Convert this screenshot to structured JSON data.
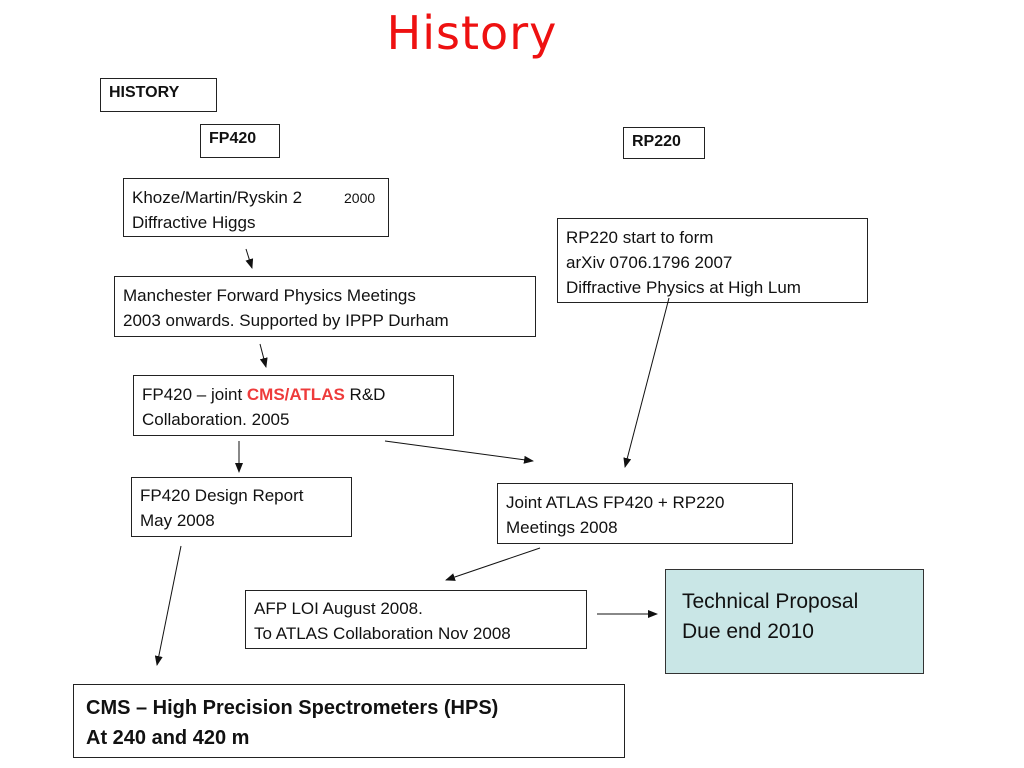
{
  "slide": {
    "title": "History"
  },
  "labels": {
    "history": "HISTORY",
    "fp420": "FP420",
    "rp220": "RP220"
  },
  "boxes": {
    "khoze": {
      "line1": "Khoze/Martin/Ryskin 2",
      "line2": "Diffractive Higgs",
      "year": "2000"
    },
    "manchester": {
      "line1": "Manchester Forward Physics Meetings",
      "line2": "2003 onwards. Supported by IPPP Durham"
    },
    "joint": {
      "line1_a": "FP420 – joint ",
      "line1_highlight": "CMS/ATLAS",
      "line1_b": " R&D",
      "line2": "Collaboration. 2005"
    },
    "design": {
      "line1": "FP420 Design Report",
      "line2": "May 2008"
    },
    "rp220start": {
      "line1": "RP220 start to form",
      "line2": "arXiv 0706.1796  2007",
      "line3": "Diffractive Physics at High Lum"
    },
    "jointmeet": {
      "line1": "Joint ATLAS FP420 + RP220",
      "line2": "Meetings 2008"
    },
    "afp": {
      "line1": "AFP LOI August 2008.",
      "line2": "To ATLAS Collaboration Nov 2008"
    },
    "technical": {
      "line1": "Technical Proposal",
      "line2": "Due end 2010"
    },
    "cms": {
      "line1": "CMS – High Precision Spectrometers (HPS)",
      "line2": "At 240 and 420 m"
    }
  },
  "colors": {
    "title": "#ee1111",
    "highlight": "#ee3b3b",
    "technical_bg": "#c9e6e6"
  }
}
